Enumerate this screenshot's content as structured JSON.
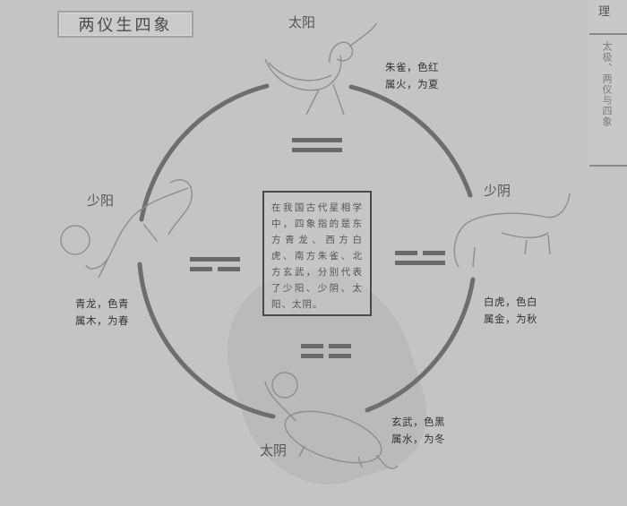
{
  "title": "两仪生四象",
  "side_margin": {
    "top_char": "理",
    "vertical_text": "太极、两仪与四象"
  },
  "center_text": "在我国古代星相学中，四象指的是东方青龙、西方白虎、南方朱雀、北方玄武，分别代表了少阳、少阴、太阳、太阴。",
  "colors": {
    "background": "#c4c4c4",
    "ring": "#6e6e6e",
    "yao_line": "#6a6a6a",
    "text": "#333333"
  },
  "symbols": [
    {
      "position": "top",
      "name": "太阳",
      "creature": "朱雀",
      "desc_line1": "朱雀，色红",
      "desc_line2": "属火，为夏",
      "lines": [
        "yang",
        "yang"
      ]
    },
    {
      "position": "right",
      "name": "少阴",
      "creature": "白虎",
      "desc_line1": "白虎，色白",
      "desc_line2": "属金，为秋",
      "lines": [
        "yin",
        "yang"
      ]
    },
    {
      "position": "bottom",
      "name": "太阴",
      "creature": "玄武",
      "desc_line1": "玄武，色黑",
      "desc_line2": "属水，为冬",
      "lines": [
        "yin",
        "yin"
      ]
    },
    {
      "position": "left",
      "name": "少阳",
      "creature": "青龙",
      "desc_line1": "青龙，色青",
      "desc_line2": "属木，为春",
      "lines": [
        "yang",
        "yin"
      ]
    }
  ]
}
